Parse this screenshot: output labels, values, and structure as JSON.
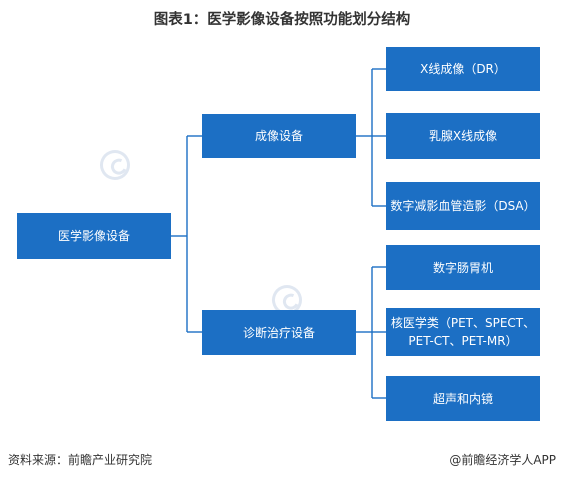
{
  "title": "图表1：医学影像设备按照功能划分结构",
  "root": {
    "label": "医学影像设备"
  },
  "branches": [
    {
      "label": "成像设备",
      "children": [
        {
          "lines": [
            "X线成像（DR）"
          ]
        },
        {
          "lines": [
            "乳腺X线成像"
          ]
        },
        {
          "lines": [
            "数字减影血管造影（DSA）"
          ]
        }
      ]
    },
    {
      "label": "诊断治疗设备",
      "children": [
        {
          "lines": [
            "数字肠胃机"
          ]
        },
        {
          "lines": [
            "核医学类（PET、SPECT、",
            "PET-CT、PET-MR）"
          ]
        },
        {
          "lines": [
            "超声和内镜"
          ]
        }
      ]
    }
  ],
  "footer": {
    "source": "资料来源：前瞻产业研究院",
    "copyright": "@前瞻经济学人APP"
  },
  "colors": {
    "node_fill": "#1c6fc4",
    "node_text": "#ffffff",
    "connector": "#1c6fc4"
  }
}
